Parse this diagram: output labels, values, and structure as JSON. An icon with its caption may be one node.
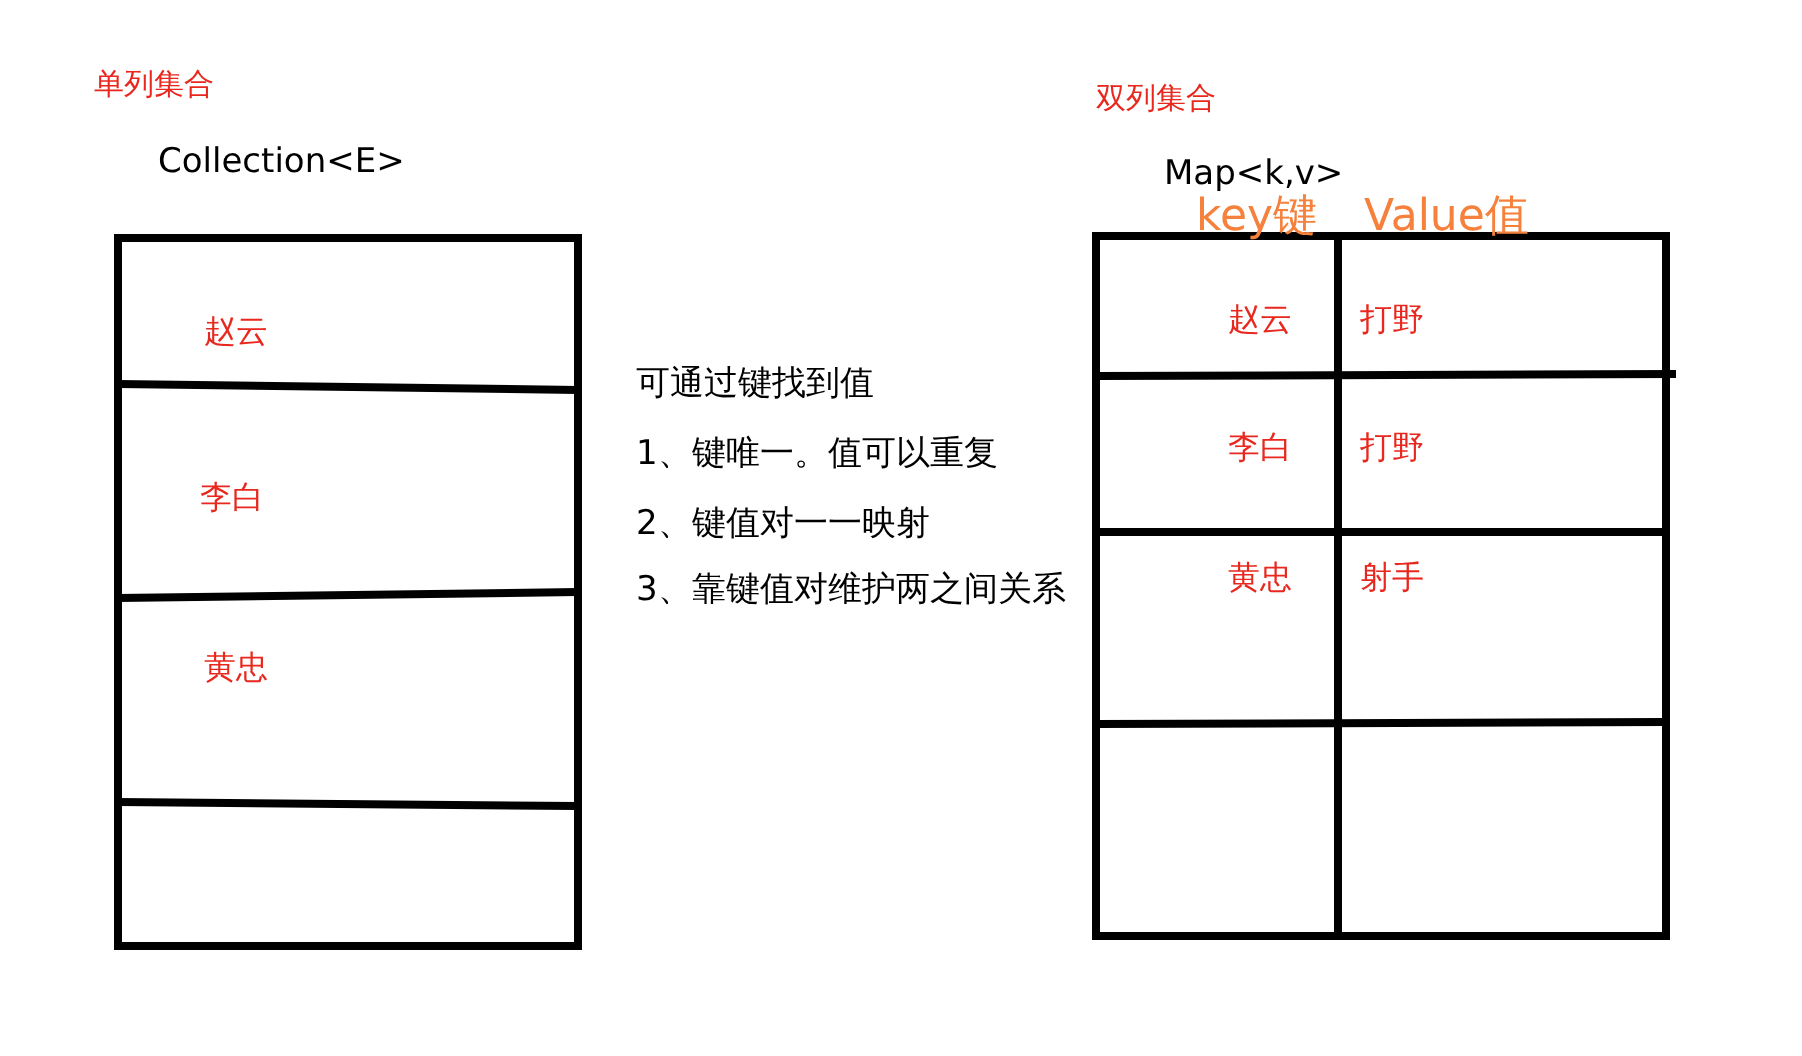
{
  "diagram": {
    "labels": [
      "单列集合",
      "Collection<E>",
      "赵云",
      "李白",
      "黄忠",
      "可通过键找到值",
      "1、键唯一。值可以重复",
      "2、键值对一一映射",
      "3、靠键值对维护两之间关系",
      "双列集合",
      "Map<k,v>",
      "key键",
      "Value值",
      "赵云",
      "打野",
      "李白",
      "打野",
      "黄忠",
      "射手"
    ]
  }
}
